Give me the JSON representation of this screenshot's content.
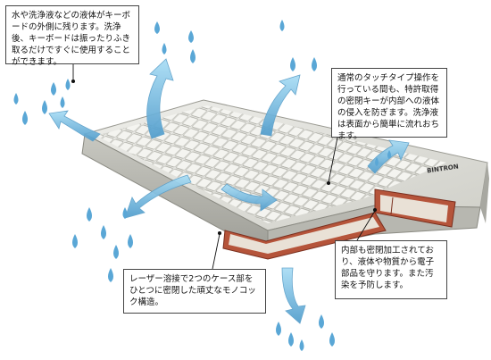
{
  "callouts": {
    "top_left": "水や洗浄液などの液体がキーボードの外側に残ります。洗浄後、キーボードは振ったりふき取るだけですぐに使用することができます。",
    "top_right": "通常のタッチタイプ操作を行っている間も、特許取得の密閉キーが内部への液体の侵入を防ぎます。洗浄液は表面から簡単に流れおちます。",
    "bottom_right": "内部も密閉加工されており、液体や物質から電子部品を守ります。また汚染を予防します。",
    "bottom_left": "レーザー溶接で2つのケース部をひとつに密閉した頑丈なモノコック構造。"
  },
  "brand_label": "BINTRON",
  "colors": {
    "water_drop": "#5aa7d6",
    "water_arrow": "#7ec6ea",
    "keyboard_body": "#d9d9d3",
    "cutaway_section": "#b5543a",
    "callout_border": "#444444"
  }
}
